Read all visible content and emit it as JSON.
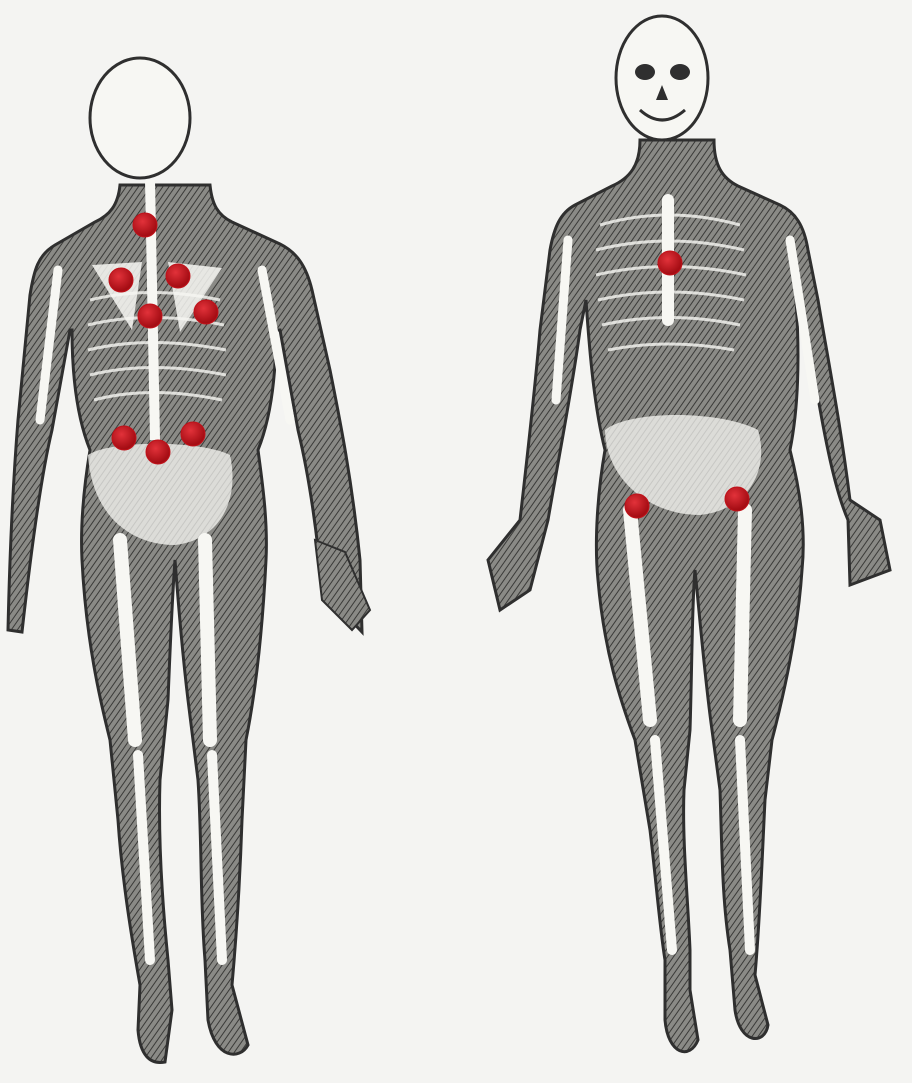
{
  "figure": {
    "back_view": {
      "name": "posterior",
      "points": [
        "neck",
        "upper-back-left",
        "upper-back-right",
        "mid-back-left",
        "mid-back-right",
        "lower-back-left",
        "lower-back-right",
        "sacrum"
      ]
    },
    "front_view": {
      "name": "anterior",
      "points": [
        "sternum",
        "hip-left",
        "hip-right"
      ]
    }
  },
  "colors": {
    "background": "#f4f4f2",
    "ink": "#2f2f2f",
    "bone": "#f7f7f3",
    "tender_point": "#c0121a"
  }
}
